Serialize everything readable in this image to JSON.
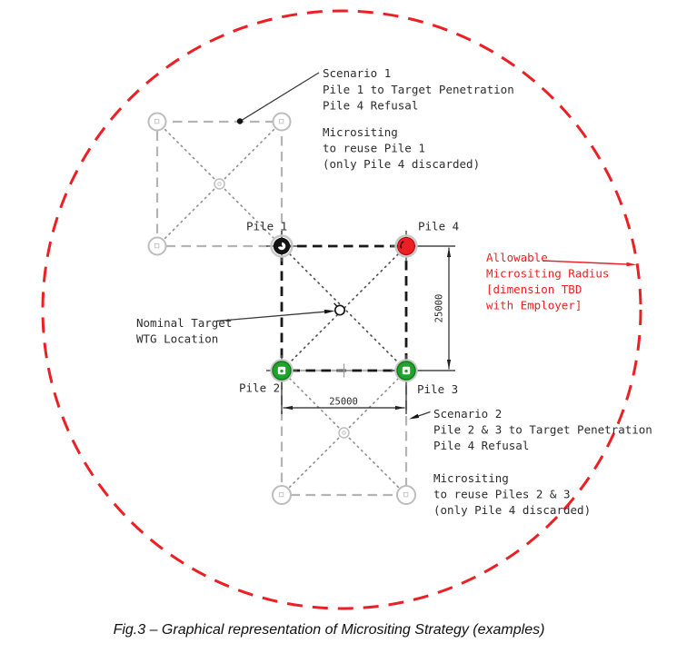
{
  "figure": {
    "caption": "Fig.3 – Graphical representation of Micrositing Strategy (examples)"
  },
  "annotations": {
    "scenario1": {
      "lines": [
        "Scenario 1",
        "Pile 1 to Target Penetration",
        "Pile 4 Refusal"
      ]
    },
    "micrositing1": {
      "lines": [
        "Micrositing",
        "to reuse Pile 1",
        "(only Pile 4 discarded)"
      ]
    },
    "nominal_target": {
      "lines": [
        "Nominal Target",
        "WTG Location"
      ]
    },
    "allowable_radius": {
      "lines": [
        "Allowable",
        "Micrositing Radius",
        "[dimension TBD",
        "with Employer]"
      ]
    },
    "scenario2": {
      "lines": [
        "Scenario 2",
        "Pile 2 & 3 to Target Penetration",
        "Pile 4 Refusal"
      ]
    },
    "micrositing2": {
      "lines": [
        "Micrositing",
        "to reuse Piles 2 & 3",
        "(only Pile 4 discarded)"
      ]
    }
  },
  "piles": {
    "pile1": {
      "label": "Pile 1",
      "color": "#141414"
    },
    "pile2": {
      "label": "Pile 2",
      "color": "#1fa32c"
    },
    "pile3": {
      "label": "Pile 3",
      "color": "#1fa32c"
    },
    "pile4": {
      "label": "Pile 4",
      "color": "#ec2024"
    }
  },
  "dimensions": {
    "horizontal": "25000",
    "vertical": "25000"
  },
  "colors": {
    "radius_red": "#ec2024",
    "refusal_pile_red": "#ec2024",
    "reused_pile_green": "#1fa32c",
    "target_pile_black": "#141414",
    "ghost_gray": "#b4b4b4"
  }
}
